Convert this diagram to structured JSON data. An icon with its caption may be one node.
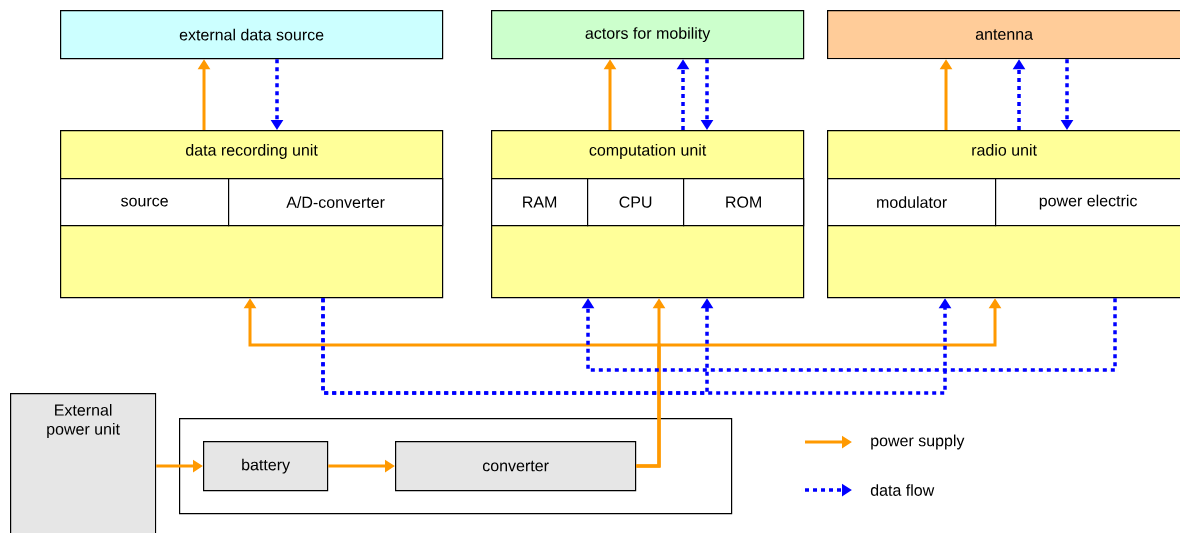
{
  "diagram": {
    "nodes": [
      {
        "text": [
          "external data  source"
        ]
      },
      {
        "text": [
          "actors for mobility"
        ]
      },
      {
        "text": [
          "antenna"
        ]
      },
      {
        "text": [
          "data recording unit"
        ]
      },
      {
        "text": [
          "source"
        ],
        "in": 3
      },
      {
        "text": [
          "A/D-converter"
        ],
        "in": 3
      },
      {
        "text": [
          "computation unit"
        ]
      },
      {
        "text": [
          "RAM"
        ],
        "in": 6
      },
      {
        "text": [
          "CPU"
        ],
        "in": 6
      },
      {
        "text": [
          "ROM"
        ],
        "in": 6
      },
      {
        "text": [
          "radio unit"
        ]
      },
      {
        "text": [
          "modulator"
        ],
        "in": 10
      },
      {
        "text": [
          "power electric"
        ],
        "in": 10
      },
      {
        "text": [
          "External power unit"
        ]
      },
      {
        "text": [],
        "shape": "box"
      },
      {
        "text": [
          "battery"
        ],
        "in": 14
      },
      {
        "text": [
          "converter"
        ],
        "in": 14
      }
    ],
    "edges": [
      {
        "from": 3,
        "to": 0,
        "arrow": "to",
        "color": "#ff9900"
      },
      {
        "from": 0,
        "to": 3,
        "arrow": "to",
        "style": "dashed",
        "color": "#0000ff"
      },
      {
        "from": 6,
        "to": 1,
        "arrow": "to",
        "color": "#ff9900"
      },
      {
        "from": 6,
        "to": 1,
        "arrow": "to",
        "style": "dashed",
        "color": "#0000ff"
      },
      {
        "from": 1,
        "to": 6,
        "arrow": "to",
        "style": "dashed",
        "color": "#0000ff"
      },
      {
        "from": 10,
        "to": 2,
        "arrow": "to",
        "color": "#ff9900"
      },
      {
        "from": 10,
        "to": 2,
        "arrow": "to",
        "style": "dashed",
        "color": "#0000ff"
      },
      {
        "from": 2,
        "to": 10,
        "arrow": "to",
        "style": "dashed",
        "color": "#0000ff"
      },
      {
        "from": 16,
        "to": 3,
        "arrow": "to",
        "color": "#ff9900"
      },
      {
        "from": 16,
        "to": 6,
        "arrow": "to",
        "color": "#ff9900"
      },
      {
        "from": 16,
        "to": 10,
        "arrow": "to",
        "color": "#ff9900"
      },
      {
        "from": 3,
        "to": 6,
        "arrow": "to",
        "style": "dashed",
        "color": "#0000ff"
      },
      {
        "from": 3,
        "to": 10,
        "arrow": "to",
        "style": "dashed",
        "color": "#0000ff"
      },
      {
        "from": 10,
        "to": 6,
        "arrow": "to",
        "style": "dashed",
        "color": "#0000ff"
      },
      {
        "from": 13,
        "to": 15,
        "arrow": "to",
        "color": "#ff9900"
      },
      {
        "from": 15,
        "to": 16,
        "arrow": "to",
        "color": "#ff9900"
      }
    ],
    "legend": [
      {
        "text": "power supply"
      },
      {
        "text": "data flow"
      }
    ]
  }
}
